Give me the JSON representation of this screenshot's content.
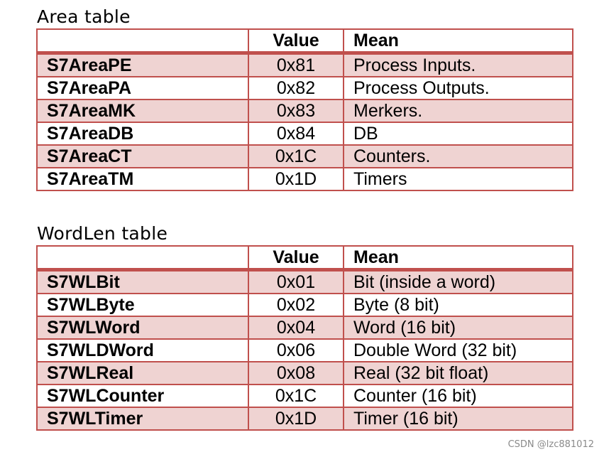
{
  "area_table": {
    "title": "Area table",
    "headers": {
      "name": "",
      "value": "Value",
      "mean": "Mean"
    },
    "rows": [
      {
        "name": "S7AreaPE",
        "value": "0x81",
        "mean": "Process Inputs."
      },
      {
        "name": "S7AreaPA",
        "value": "0x82",
        "mean": "Process Outputs."
      },
      {
        "name": "S7AreaMK",
        "value": "0x83",
        "mean": "Merkers."
      },
      {
        "name": "S7AreaDB",
        "value": "0x84",
        "mean": "DB"
      },
      {
        "name": "S7AreaCT",
        "value": "0x1C",
        "mean": "Counters."
      },
      {
        "name": "S7AreaTM",
        "value": "0x1D",
        "mean": "Timers"
      }
    ]
  },
  "wordlen_table": {
    "title": "WordLen table",
    "headers": {
      "name": "",
      "value": "Value",
      "mean": "Mean"
    },
    "rows": [
      {
        "name": "S7WLBit",
        "value": "0x01",
        "mean": "Bit (inside a word)"
      },
      {
        "name": "S7WLByte",
        "value": "0x02",
        "mean": "Byte (8 bit)"
      },
      {
        "name": "S7WLWord",
        "value": "0x04",
        "mean": "Word (16 bit)"
      },
      {
        "name": "S7WLDWord",
        "value": "0x06",
        "mean": "Double Word (32 bit)"
      },
      {
        "name": "S7WLReal",
        "value": "0x08",
        "mean": "Real (32 bit float)"
      },
      {
        "name": "S7WLCounter",
        "value": "0x1C",
        "mean": "Counter (16 bit)"
      },
      {
        "name": "S7WLTimer",
        "value": "0x1D",
        "mean": "Timer (16 bit)"
      }
    ]
  },
  "watermark": "CSDN @lzc881012",
  "colors": {
    "border": "#c0504d",
    "shaded_row": "#efd3d2",
    "watermark": "#8a8a8a"
  }
}
